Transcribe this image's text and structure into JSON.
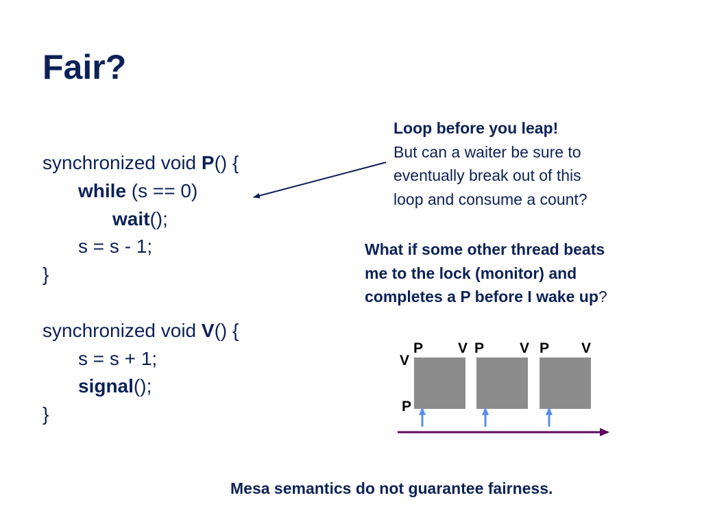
{
  "title": "Fair?",
  "code": {
    "p_prefix": "synchronized void ",
    "p_name": "P",
    "p_suffix": "() {",
    "while_kw": "while",
    "while_cond": " (s == 0)",
    "wait_kw": "wait",
    "wait_suffix": "();",
    "decrement": "s = s - 1;",
    "close1": "}",
    "v_prefix": "synchronized void ",
    "v_name": "V",
    "v_suffix": "() {",
    "increment": "s = s + 1;",
    "signal_kw": "signal",
    "signal_suffix": "();",
    "close2": "}"
  },
  "note": {
    "heading": "Loop before you leap!",
    "lines": [
      "But can a waiter be sure to",
      "eventually break out of this",
      "loop and consume a count?"
    ]
  },
  "question": {
    "lines": [
      "What if some other thread beats",
      "me to the lock (monitor) and",
      "completes a P before I wake up"
    ],
    "trailing": "?"
  },
  "diagram": {
    "left_v": "V",
    "left_p": "P",
    "boxes": [
      {
        "start": "P",
        "end": "V"
      },
      {
        "start": "P",
        "end": "V"
      },
      {
        "start": "P",
        "end": "V"
      }
    ],
    "colors": {
      "box": "#8c8c8c",
      "up_arrow": "#5b8def",
      "timeline": "#5c0a5c"
    }
  },
  "conclusion": "Mesa semantics do not guarantee fairness.",
  "colors": {
    "text": "#0c2157",
    "pointer_arrow": "#0c2157"
  }
}
